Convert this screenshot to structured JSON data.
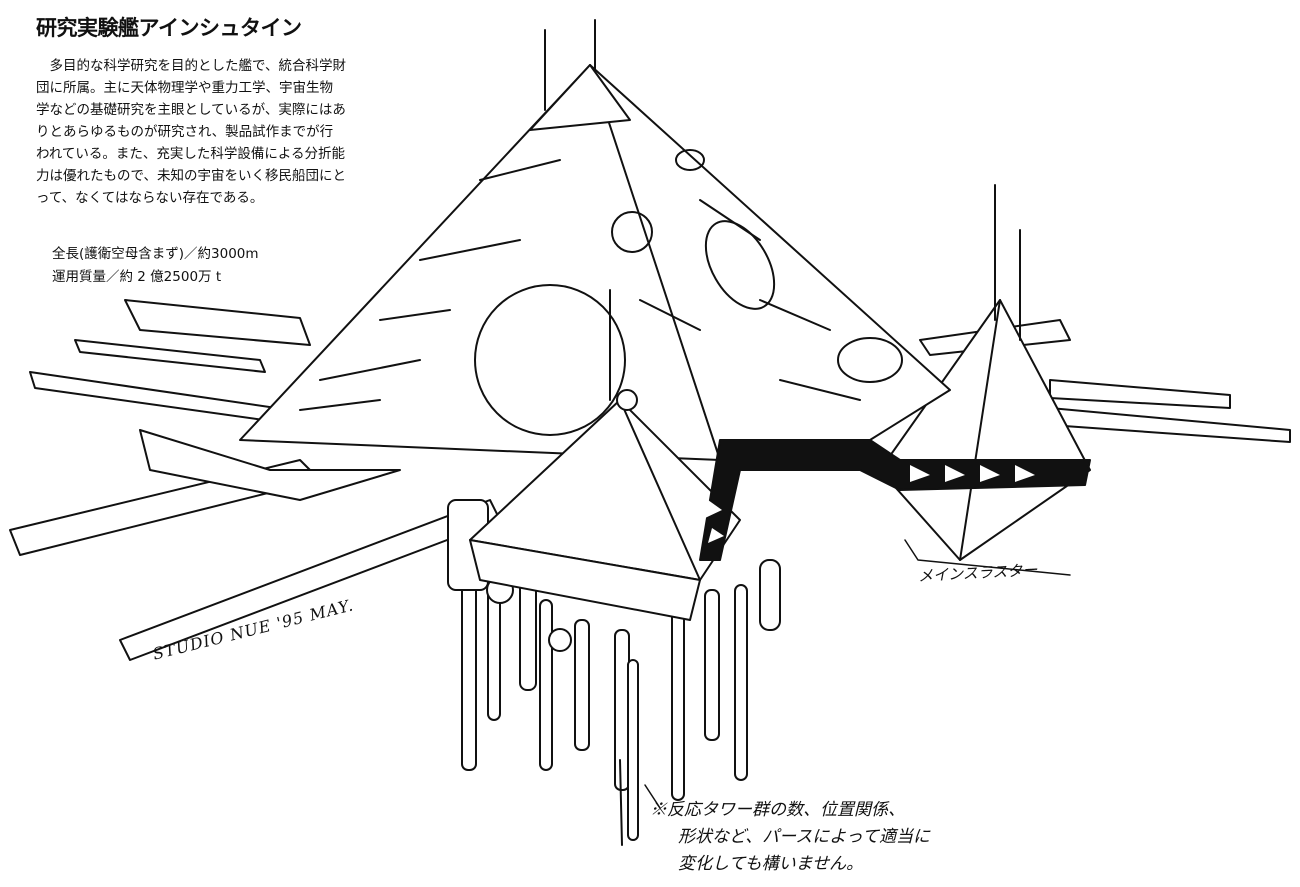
{
  "title": "研究実験艦アインシュタイン",
  "description": "多目的な科学研究を目的とした艦で、統合科学財団に所属。主に天体物理学や重力工学、宇宙生物学などの基礎研究を主眼としているが、実際にはありとあらゆるものが研究され、製品試作までが行われている。また、充実した科学設備による分折能力は優れたもので、未知の宇宙をいく移民船団にとって、なくてはならない存在である。",
  "specs": {
    "length": "全長(護衛空母含まず)／約3000m",
    "mass": "運用質量／約 2 億2500万 t"
  },
  "annotations": {
    "thruster_label": "メインスラスター",
    "note_lines": [
      "※反応タワー群の数、位置関係、",
      "形状など、パースによって適当に",
      "変化しても構いません。"
    ],
    "signature": "STUDIO NUE '95 MAY."
  }
}
